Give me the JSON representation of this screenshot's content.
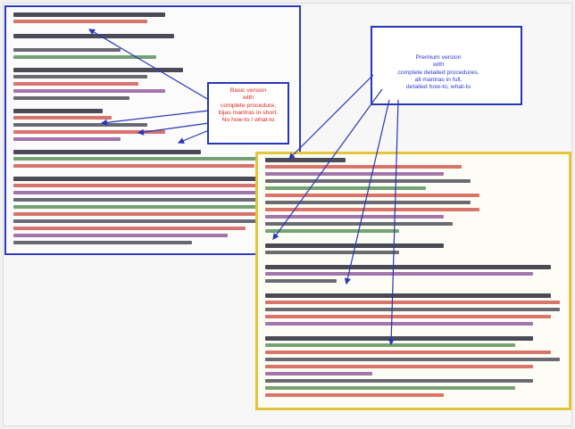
{
  "callouts": {
    "basic": {
      "lines": [
        "Basic version",
        "with",
        "complete procedure,",
        "bijas mantras in short,",
        "No how-to / what-to"
      ],
      "color": "#e0241b"
    },
    "premium": {
      "lines": [
        "Premium version",
        "with",
        "complete detailed procedures,",
        "all mantras in full,",
        "detailed how-to, what-to"
      ],
      "color": "#2a3ad0"
    }
  },
  "colors": {
    "basic_border": "#2f3cc0",
    "premium_border": "#e3c63c",
    "callout_border": "#2737b8",
    "arrow": "#2737b8",
    "text_dark": "#2b2b3a",
    "text_red": "#c8392f",
    "text_purple": "#7a3b8c",
    "text_green": "#3a7a3a"
  },
  "icons": [
    "arrow-icon"
  ]
}
